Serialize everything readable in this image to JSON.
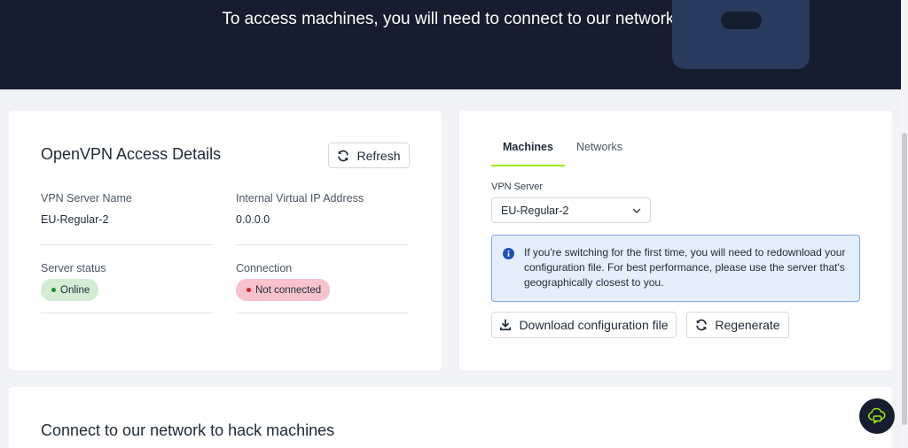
{
  "hero": {
    "text": "To access machines, you will need to connect to our network."
  },
  "access": {
    "title": "OpenVPN Access Details",
    "refresh_label": "Refresh",
    "server_name_label": "VPN Server Name",
    "server_name_value": "EU-Regular-2",
    "ip_label": "Internal Virtual IP Address",
    "ip_value": "0.0.0.0",
    "status_label": "Server status",
    "status_value": "Online",
    "connection_label": "Connection",
    "connection_value": "Not connected"
  },
  "config": {
    "tabs": [
      {
        "label": "Machines"
      },
      {
        "label": "Networks"
      }
    ],
    "vpn_server_label": "VPN Server",
    "vpn_server_value": "EU-Regular-2",
    "alert_text": "If you're switching for the first time, you will need to redownload your configuration file. For best performance, please use the server that's geographically closest to you.",
    "download_label": "Download configuration file",
    "regenerate_label": "Regenerate"
  },
  "bottom": {
    "title": "Connect to our network to hack machines"
  },
  "icons": {
    "refresh": "refresh-icon",
    "download": "download-icon",
    "info": "info-icon",
    "chevron": "chevron-down-icon",
    "chat": "chat-icon"
  },
  "colors": {
    "accent": "#9fef00",
    "online_bg": "#d5ecd4",
    "offline_bg": "#f8c3cd",
    "alert_bg": "#e5eefb",
    "hero_bg": "#161d2e"
  }
}
